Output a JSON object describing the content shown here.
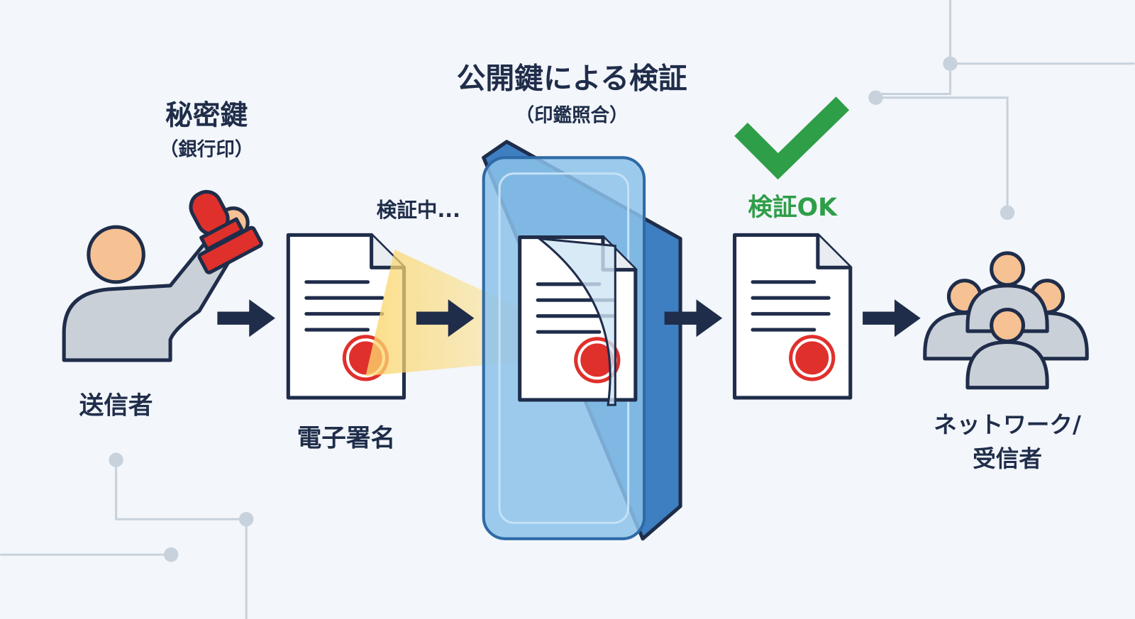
{
  "title": "公開鍵による検証",
  "subtitle": "（印鑑照合）",
  "private_key": {
    "label": "秘密鍵",
    "sub": "（銀行印）"
  },
  "sender": {
    "label": "送信者"
  },
  "signature": {
    "label": "電子署名"
  },
  "verifying": {
    "label": "検証中..."
  },
  "result": {
    "label": "検証OK",
    "color": "#2e9e48"
  },
  "receiver": {
    "line1": "ネットワーク/",
    "line2": "受信者"
  },
  "colors": {
    "ink": "#1f2d4a",
    "seal": "#e0302b",
    "glass": "#8cc2ea",
    "skin": "#f6c193",
    "body": "#c9d0d8"
  }
}
